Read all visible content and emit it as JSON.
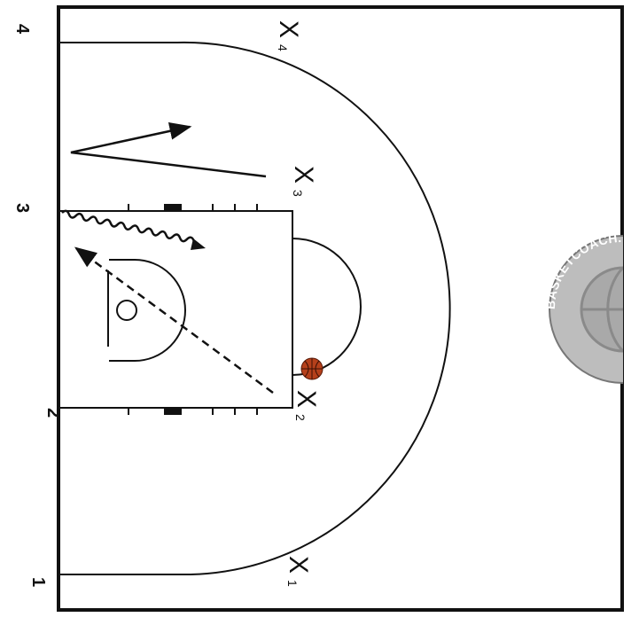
{
  "court": {
    "line_color": "#111111",
    "background": "#ffffff"
  },
  "side_numbers": [
    "4",
    "3",
    "2",
    "1"
  ],
  "players": [
    {
      "mark": "X",
      "number": "4"
    },
    {
      "mark": "X",
      "number": "3"
    },
    {
      "mark": "X",
      "number": "2"
    },
    {
      "mark": "X",
      "number": "1"
    }
  ],
  "ball": {
    "color": "#b5401b"
  },
  "logo": {
    "text": "BASKETCOACH.NET",
    "color": "#bdbdbd"
  }
}
